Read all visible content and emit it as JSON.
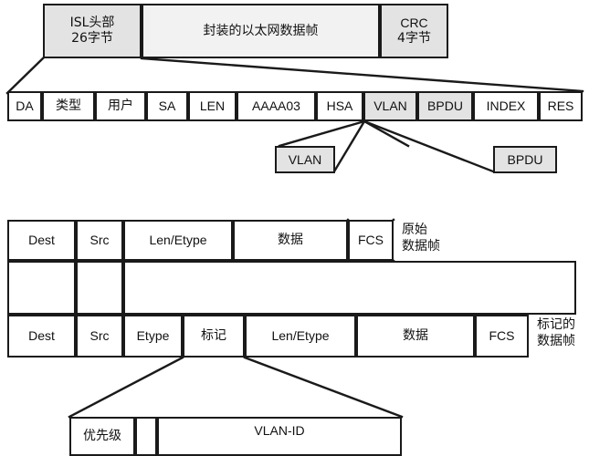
{
  "diagram": {
    "title": "ISL and 802.1Q VLAN frame tagging diagram",
    "colors": {
      "stroke": "#1a1a1a",
      "fill_plain": "#ffffff",
      "fill_grey": "#e3e3e3"
    }
  },
  "isl_frame": {
    "cells": [
      {
        "id": "isl-header",
        "line1": "ISL头部",
        "line2": "26字节",
        "shaded": true
      },
      {
        "id": "encapsulated-ethernet",
        "line1": "封装的以太网数据帧",
        "line2": "",
        "shaded": false
      },
      {
        "id": "crc",
        "line1": "CRC",
        "line2": "4字节",
        "shaded": true
      }
    ]
  },
  "isl_header_fields": {
    "cells": [
      {
        "id": "da",
        "label": "DA",
        "shaded": false
      },
      {
        "id": "type",
        "label": "类型",
        "shaded": false
      },
      {
        "id": "user",
        "label": "用户",
        "shaded": false
      },
      {
        "id": "sa",
        "label": "SA",
        "shaded": false
      },
      {
        "id": "len",
        "label": "LEN",
        "shaded": false
      },
      {
        "id": "aaaa03",
        "label": "AAAA03",
        "shaded": false
      },
      {
        "id": "hsa",
        "label": "HSA",
        "shaded": false
      },
      {
        "id": "vlan",
        "label": "VLAN",
        "shaded": true
      },
      {
        "id": "bpdu",
        "label": "BPDU",
        "shaded": true
      },
      {
        "id": "index",
        "label": "INDEX",
        "shaded": false
      },
      {
        "id": "res",
        "label": "RES",
        "shaded": false
      }
    ]
  },
  "callouts": {
    "vlan": {
      "label": "VLAN",
      "shaded": true
    },
    "bpdu": {
      "label": "BPDU",
      "shaded": true
    }
  },
  "original_frame": {
    "caption_line1": "原始",
    "caption_line2": "数据帧",
    "cells": [
      {
        "id": "dest",
        "label": "Dest"
      },
      {
        "id": "src",
        "label": "Src"
      },
      {
        "id": "len-etype",
        "label": "Len/Etype"
      },
      {
        "id": "data",
        "label": "数据"
      },
      {
        "id": "fcs",
        "label": "FCS",
        "crossed": true
      }
    ]
  },
  "tagged_frame": {
    "caption_line1": "标记的",
    "caption_line2": "数据帧",
    "cells": [
      {
        "id": "dest",
        "label": "Dest"
      },
      {
        "id": "src",
        "label": "Src"
      },
      {
        "id": "etype",
        "label": "Etype"
      },
      {
        "id": "tag",
        "label": "标记"
      },
      {
        "id": "len-etype",
        "label": "Len/Etype"
      },
      {
        "id": "data",
        "label": "数据"
      },
      {
        "id": "fcs",
        "label": "FCS"
      }
    ]
  },
  "tag_detail": {
    "cells": [
      {
        "id": "priority",
        "label": "优先级"
      },
      {
        "id": "cfi",
        "label": ""
      },
      {
        "id": "vlan-id",
        "label": "VLAN-ID"
      }
    ],
    "bit_tick_count": 11
  }
}
